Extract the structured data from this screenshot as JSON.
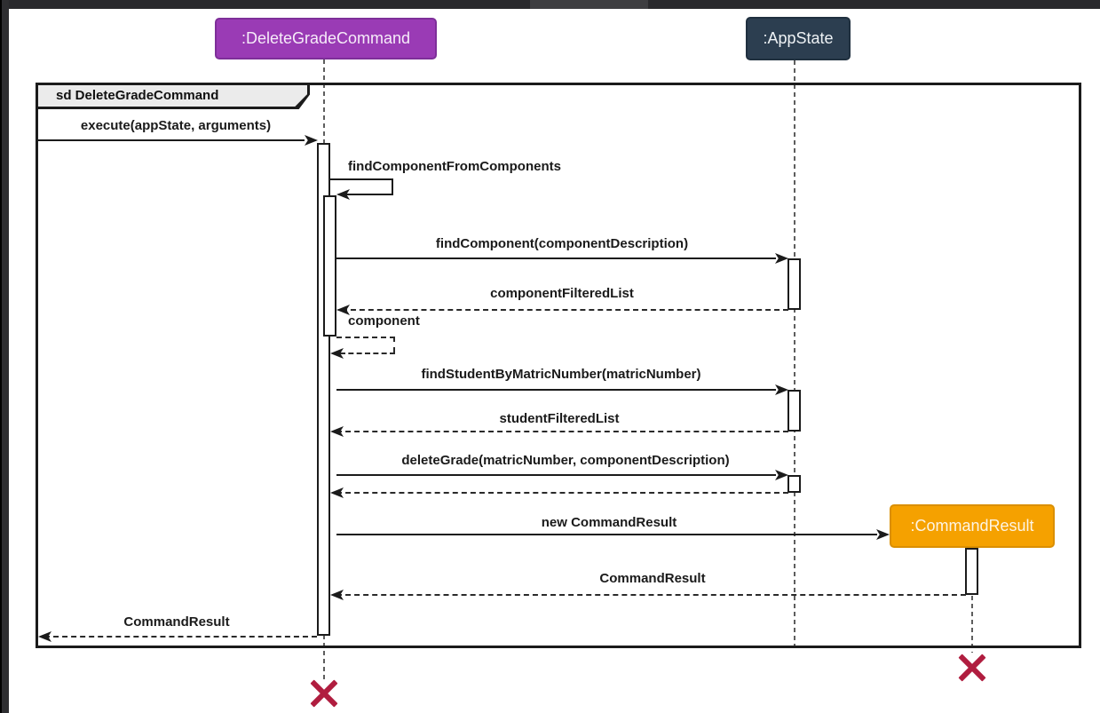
{
  "window": {
    "top_bar_color": "#29292c",
    "top_bar_tab_color": "#3e3e41",
    "side_bar_color": "#2e2e31",
    "side_bar_edge_color": "#000000",
    "canvas_color": "#ffffff"
  },
  "diagram": {
    "type": "uml-sequence",
    "frame": {
      "title": "sd DeleteGradeCommand",
      "border_color": "#1b1b1b",
      "title_bg": "#ebebeb"
    },
    "participants": [
      {
        "label": ":DeleteGradeCommand",
        "fill": "#9A3BB5",
        "border": "#7E2F99",
        "text_color": "#f6ecf9"
      },
      {
        "label": ":AppState",
        "fill": "#2C3E50",
        "border": "#20303F",
        "text_color": "#eef2f5"
      },
      {
        "label": ":CommandResult",
        "fill": "#F5A100",
        "border": "#DA8F00",
        "text_color": "#fdf4e3"
      }
    ],
    "messages": [
      {
        "label": "execute(appState, arguments)",
        "kind": "call",
        "from": "frame",
        "to": ":DeleteGradeCommand"
      },
      {
        "label": "findComponentFromComponents",
        "kind": "self-call",
        "from": ":DeleteGradeCommand",
        "to": ":DeleteGradeCommand"
      },
      {
        "label": "findComponent(componentDescription)",
        "kind": "call",
        "from": ":DeleteGradeCommand",
        "to": ":AppState"
      },
      {
        "label": "componentFilteredList",
        "kind": "return",
        "from": ":AppState",
        "to": ":DeleteGradeCommand"
      },
      {
        "label": "component",
        "kind": "self-return",
        "from": ":DeleteGradeCommand",
        "to": ":DeleteGradeCommand"
      },
      {
        "label": "findStudentByMatricNumber(matricNumber)",
        "kind": "call",
        "from": ":DeleteGradeCommand",
        "to": ":AppState"
      },
      {
        "label": "studentFilteredList",
        "kind": "return",
        "from": ":AppState",
        "to": ":DeleteGradeCommand"
      },
      {
        "label": "deleteGrade(matricNumber, componentDescription)",
        "kind": "call",
        "from": ":DeleteGradeCommand",
        "to": ":AppState"
      },
      {
        "label": "",
        "kind": "return",
        "from": ":AppState",
        "to": ":DeleteGradeCommand"
      },
      {
        "label": "new CommandResult",
        "kind": "create-call",
        "from": ":DeleteGradeCommand",
        "to": ":CommandResult"
      },
      {
        "label": "CommandResult",
        "kind": "return",
        "from": ":CommandResult",
        "to": ":DeleteGradeCommand"
      },
      {
        "label": "CommandResult",
        "kind": "return",
        "from": ":DeleteGradeCommand",
        "to": "frame"
      }
    ],
    "destroyed_lifelines": [
      ":DeleteGradeCommand",
      ":CommandResult"
    ],
    "colors": {
      "message_line": "#1b1b1b",
      "lifeline": "#5e5e5e",
      "destroy_x": "#B01D3F"
    }
  }
}
